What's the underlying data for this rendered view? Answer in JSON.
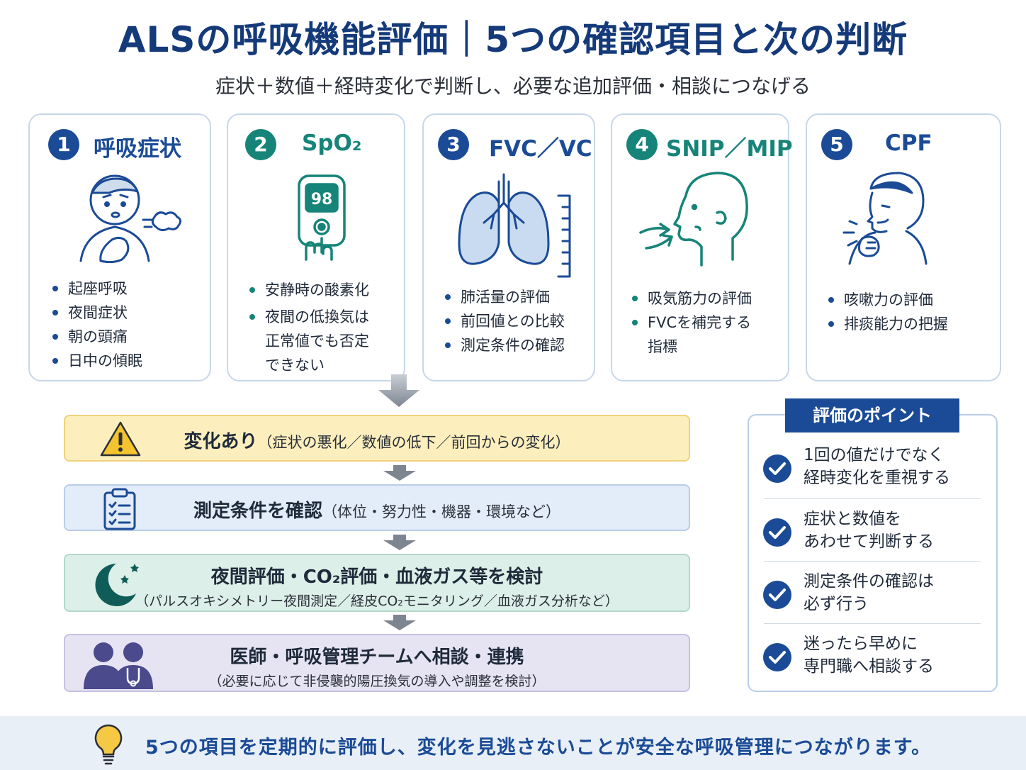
{
  "header": {
    "title": "ALSの呼吸機能評価｜5つの確認項目と次の判断",
    "subtitle": "症状＋数値＋経時変化で判断し、必要な追加評価・相談につなげる"
  },
  "cards": [
    {
      "num": "1",
      "title": "呼吸症状",
      "icon": "breathless-person-icon",
      "bullets": [
        "起座呼吸",
        "夜間症状",
        "朝の頭痛",
        "日中の傾眠"
      ]
    },
    {
      "num": "2",
      "title": "SpO₂",
      "icon": "pulse-oximeter-icon",
      "display_value": "98",
      "bullets": [
        "安静時の酸素化",
        "夜間の低換気は",
        "正常値でも否定",
        "できない"
      ]
    },
    {
      "num": "3",
      "title": "FVC／VC",
      "icon": "lungs-icon",
      "bullets": [
        "肺活量の評価",
        "前回値との比較",
        "測定条件の確認"
      ]
    },
    {
      "num": "4",
      "title": "SNIP／MIP",
      "icon": "inhaling-head-icon",
      "bullets": [
        "吸気筋力の評価",
        "FVCを補完する",
        "指標"
      ]
    },
    {
      "num": "5",
      "title": "CPF",
      "icon": "coughing-person-icon",
      "bullets": [
        "咳嗽力の評価",
        "排痰能力の把握"
      ]
    }
  ],
  "flow": [
    {
      "main": "変化あり",
      "paren": "（症状の悪化／数値の低下／前回からの変化）",
      "icon": "warning-icon"
    },
    {
      "main": "測定条件を確認",
      "paren": "（体位・努力性・機器・環境など）",
      "icon": "clipboard-icon"
    },
    {
      "main": "夜間評価・CO₂評価・血液ガス等を検討",
      "sub": "（パルスオキシメトリー夜間測定／経皮CO₂モニタリング／血液ガス分析など）",
      "icon": "moon-icon"
    },
    {
      "main": "医師・呼吸管理チームへ相談・連携",
      "sub": "（必要に応じて非侵襲的陽圧換気の導入や調整を検討）",
      "icon": "doctor-team-icon"
    }
  ],
  "points": {
    "label": "評価のポイント",
    "items": [
      [
        "1回の値だけでなく",
        "経時変化を重視する"
      ],
      [
        "症状と数値を",
        "あわせて判断する"
      ],
      [
        "測定条件の確認は",
        "必ず行う"
      ],
      [
        "迷ったら早めに",
        "専門職へ相談する"
      ]
    ]
  },
  "footer": {
    "text": "5つの項目を定期的に評価し、変化を見逃さないことが安全な呼吸管理につながります。",
    "icon": "lightbulb-icon"
  },
  "colors": {
    "navy": "#1b4b96",
    "teal": "#168478",
    "title": "#153a7a"
  }
}
